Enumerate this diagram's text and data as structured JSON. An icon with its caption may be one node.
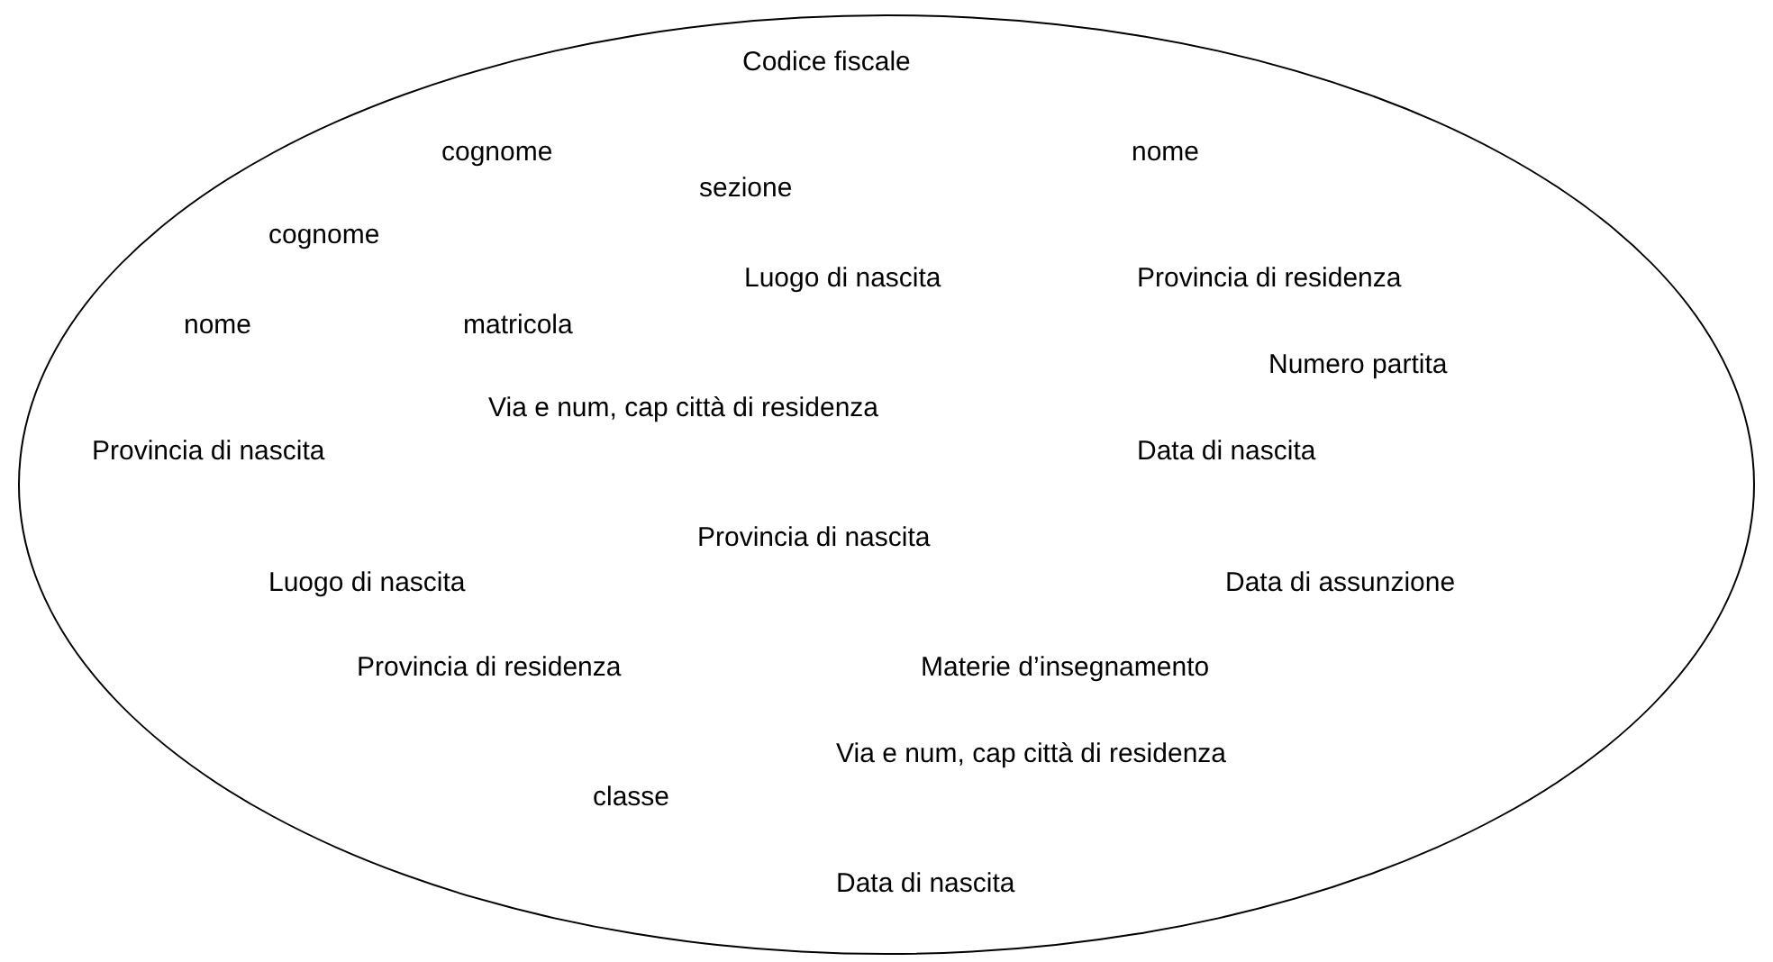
{
  "diagram": {
    "nodes": [
      {
        "text": [
          "Codice fiscale",
          "cognome",
          "nome",
          "sezione",
          "cognome",
          "Luogo di nascita",
          "Provincia di residenza",
          "nome",
          "matricola",
          "Numero partita",
          "Via e num, cap città di residenza",
          "Provincia di nascita",
          "Data di nascita",
          "Provincia di nascita",
          "Luogo di nascita",
          "Data di assunzione",
          "Provincia di residenza",
          "Materie d’insegnamento",
          "Via e num, cap città di residenza",
          "classe",
          "Data di nascita"
        ]
      }
    ]
  }
}
